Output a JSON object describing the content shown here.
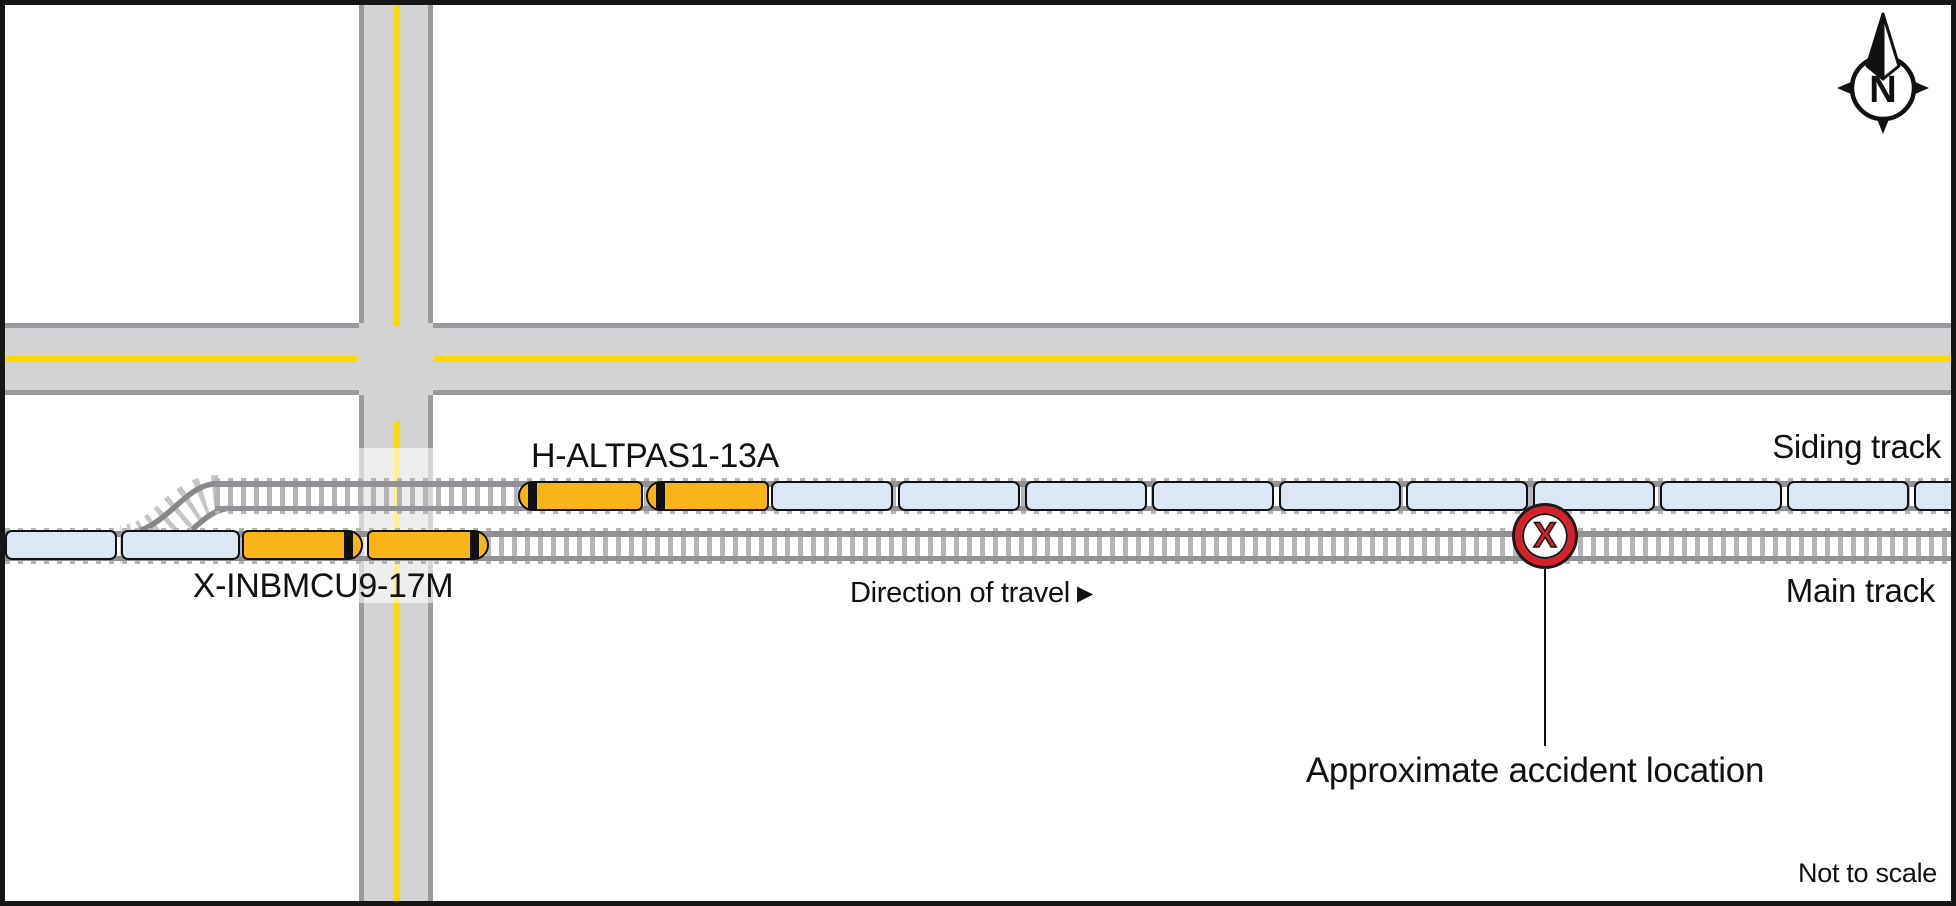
{
  "labels": {
    "siding_track": "Siding track",
    "main_track": "Main track",
    "direction_of_travel": "Direction of travel",
    "direction_arrow": "▶",
    "accident": "Approximate accident location",
    "not_to_scale": "Not to scale",
    "compass_north": "N",
    "accident_marker": "X"
  },
  "trains": [
    {
      "label": "H-ALTPAS1-13A",
      "track": "siding",
      "facing": "west",
      "locomotive_count": 2,
      "car_count": 10
    },
    {
      "label": "X-INBMCU9-17M",
      "track": "main",
      "facing": "east",
      "locomotive_count": 2,
      "car_count": 2
    }
  ],
  "colors": {
    "locomotive_orange": "#F9B41A",
    "car_blue": "#DCE7F6",
    "road_gray": "#D3D3D5",
    "road_edge": "#9B9B9F",
    "line_yellow": "#FFD900",
    "tie_gray": "#B5B5B7",
    "rail_gray": "#929296",
    "accent_red": "#D7212A"
  }
}
